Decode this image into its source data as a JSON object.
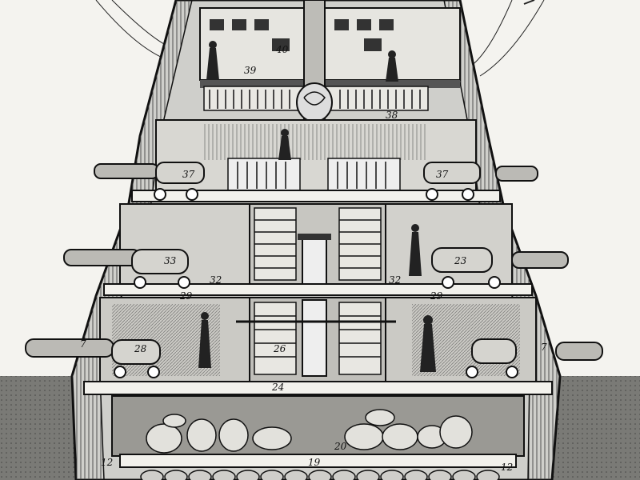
{
  "image": {
    "subject": "engraved cross-section of a sailing warship hull",
    "colors": {
      "paper": "#f4f3ef",
      "ink": "#111111",
      "wood_mid": "#8a8a86",
      "sea": "#6e6e6a"
    }
  },
  "labels": [
    {
      "id": "l40",
      "text": "40"
    },
    {
      "id": "l39",
      "text": "39"
    },
    {
      "id": "l38",
      "text": "38"
    },
    {
      "id": "l37a",
      "text": "37"
    },
    {
      "id": "l37b",
      "text": "37"
    },
    {
      "id": "l33a",
      "text": "33"
    },
    {
      "id": "l33b",
      "text": "23"
    },
    {
      "id": "l32a",
      "text": "32"
    },
    {
      "id": "l32b",
      "text": "32"
    },
    {
      "id": "l29a",
      "text": "29"
    },
    {
      "id": "l29b",
      "text": "29"
    },
    {
      "id": "l28",
      "text": "28"
    },
    {
      "id": "l26",
      "text": "26"
    },
    {
      "id": "l24",
      "text": "24"
    },
    {
      "id": "l20",
      "text": "20"
    },
    {
      "id": "l19",
      "text": "19"
    },
    {
      "id": "l12a",
      "text": "12"
    },
    {
      "id": "l12b",
      "text": "12"
    },
    {
      "id": "l7a",
      "text": "7"
    },
    {
      "id": "l7b",
      "text": "7"
    }
  ]
}
